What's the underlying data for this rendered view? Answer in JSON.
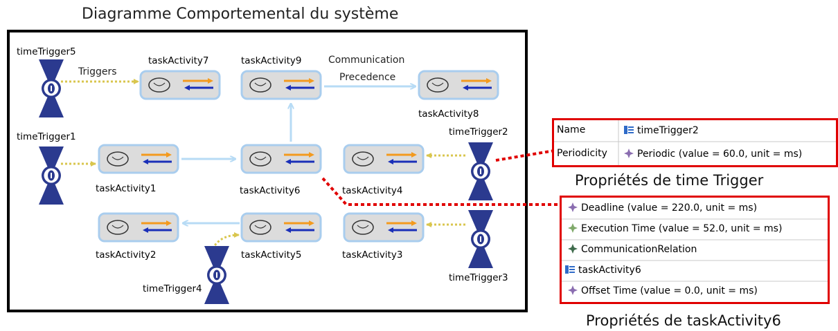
{
  "diagram": {
    "title": "Diagramme Comportemental du système",
    "tasks": {
      "t1": "taskActivity1",
      "t2": "taskActivity2",
      "t3": "taskActivity3",
      "t4": "taskActivity4",
      "t5": "taskActivity5",
      "t6": "taskActivity6",
      "t7": "taskActivity7",
      "t8": "taskActivity8",
      "t9": "taskActivity9"
    },
    "triggers": {
      "tt1": "timeTrigger1",
      "tt2": "timeTrigger2",
      "tt3": "timeTrigger3",
      "tt4": "timeTrigger4",
      "tt5": "timeTrigger5"
    },
    "edge_labels": {
      "triggers": "Triggers",
      "communication": "Communication",
      "precedence": "Precedence"
    }
  },
  "trigger_props": {
    "caption": "Propriétés de time Trigger",
    "rows": [
      {
        "key": "Name",
        "value": "timeTrigger2",
        "icon": "element-icon"
      },
      {
        "key": "Periodicity",
        "value": "Periodic (value = 60.0, unit = ms)",
        "icon": "property-icon"
      }
    ]
  },
  "task_props": {
    "caption": "Propriétés de taskActivity6",
    "rows": [
      {
        "text": "Deadline (value = 220.0, unit = ms)",
        "icon": "property-icon"
      },
      {
        "text": "Execution Time (value = 52.0, unit = ms)",
        "icon": "property-green-icon"
      },
      {
        "text": "CommunicationRelation",
        "icon": "property-dark-icon"
      },
      {
        "text": "taskActivity6",
        "icon": "element-icon"
      },
      {
        "text": "Offset Time (value = 0.0, unit = ms)",
        "icon": "property-icon"
      }
    ]
  },
  "colors": {
    "connector_red": "#e00000",
    "task_fill": "#dcdcdc",
    "task_border": "#a9cdee",
    "trigger_blue": "#2b3a8f",
    "trigger_edge": "#d9c64e",
    "precedence_edge": "#b7dbf5",
    "arrow_orange": "#f39a1e",
    "arrow_blue": "#1a2fb8"
  }
}
